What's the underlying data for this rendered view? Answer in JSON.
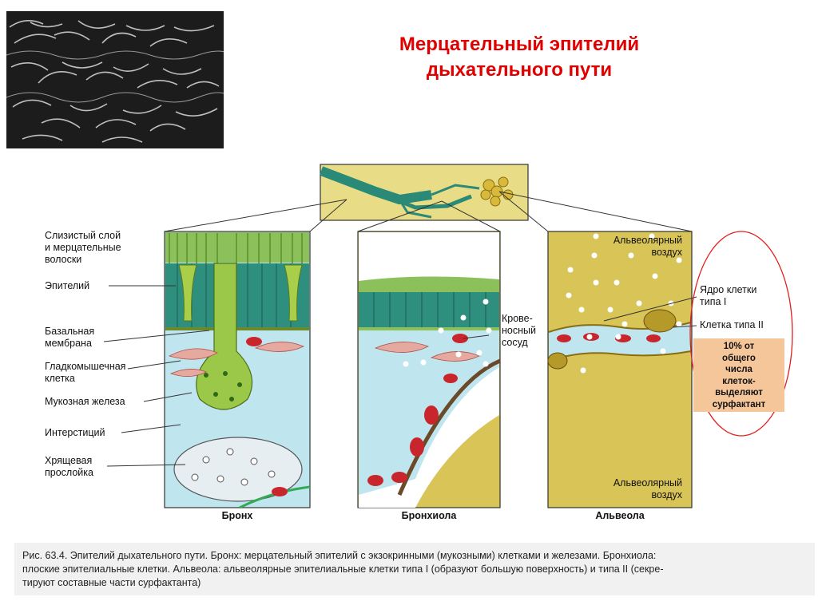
{
  "title": {
    "line1": "Мерцательный эпителий",
    "line2": "дыхательного пути"
  },
  "labels": {
    "mucus_1": "Слизистый слой",
    "mucus_2": "и мерцательные",
    "mucus_3": "волоски",
    "epithelium": "Эпителий",
    "basal_1": "Базальная",
    "basal_2": "мембрана",
    "smooth_1": "Гладкомышечная",
    "smooth_2": "клетка",
    "gland": "Мукозная железа",
    "interstitium": "Интерстиций",
    "cartilage_1": "Хрящевая",
    "cartilage_2": "прослойка",
    "vessel_1": "Крове-",
    "vessel_2": "носный",
    "vessel_3": "сосуд",
    "air_top_1": "Альвеолярный",
    "air_top_2": "воздух",
    "nucleus_1": "Ядро клетки",
    "nucleus_2": "типа I",
    "type2": "Клетка типа II",
    "air_bottom_1": "Альвеолярный",
    "air_bottom_2": "воздух"
  },
  "panels": {
    "bronchus": "Бронх",
    "bronchiole": "Бронхиола",
    "alveolus": "Альвеола"
  },
  "note": {
    "l1": "10% от",
    "l2": "общего",
    "l3": "числа",
    "l4": "клеток-",
    "l5": "выделяют",
    "l6": "сурфактант"
  },
  "caption": {
    "line1": "Рис. 63.4. Эпителий дыхательного пути. Бронх: мерцательный эпителий с экзокринными (мукозными) клетками и железами. Бронхиола:",
    "line2": "плоские эпителиальные клетки. Альвеола: альвеолярные эпителиальные клетки типа I (образуют большую поверхность) и типа II (секре-",
    "line3": "тируют составные части сурфактанта)"
  },
  "colors": {
    "title": "#e00000",
    "epithelium": "#2f8f7f",
    "interstitium": "#bfe6ef",
    "alveolar_air": "#d8c457",
    "red_cells": "#c8262c",
    "note_bg": "#f6c69b"
  }
}
